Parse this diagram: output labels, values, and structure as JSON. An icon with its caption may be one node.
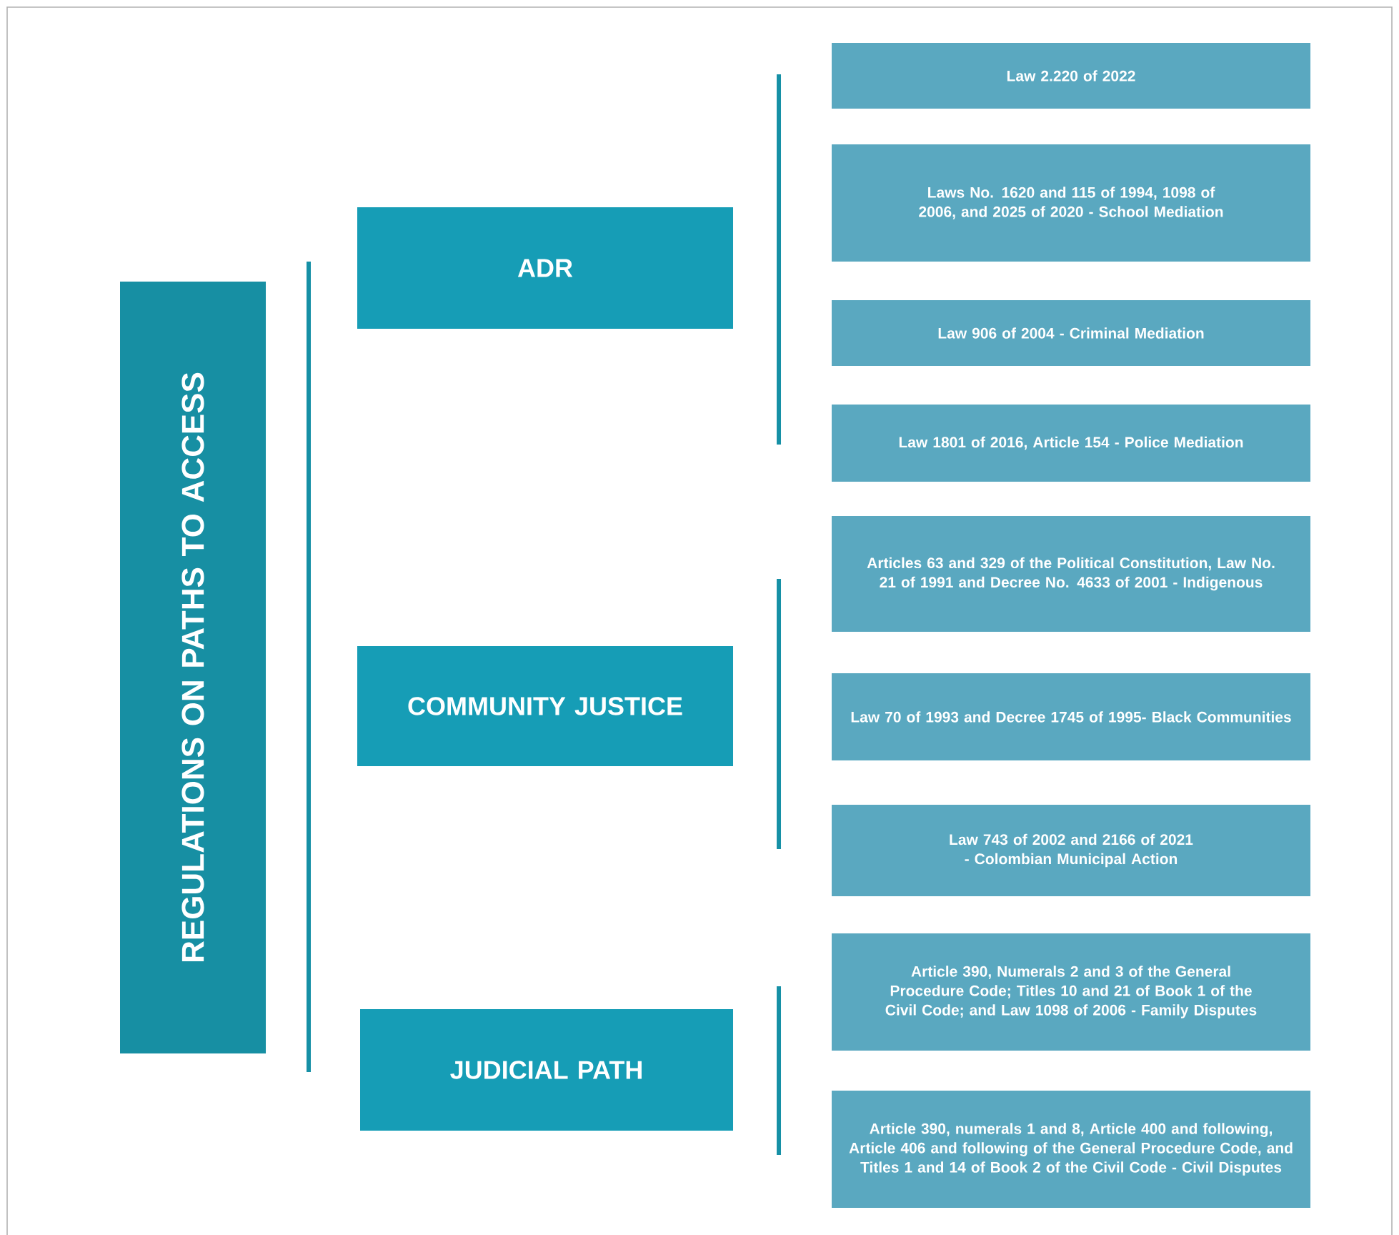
{
  "diagram": {
    "nodes": [
      {
        "text": [
          "REGULATIONS ON PATHS TO ACCESS"
        ]
      },
      {
        "text": [
          "ADR"
        ]
      },
      {
        "text": [
          "COMMUNITY JUSTICE"
        ]
      },
      {
        "text": [
          "JUDICIAL PATH"
        ]
      },
      {
        "text": [
          "Law 2.220 of 2022"
        ]
      },
      {
        "text": [
          "Laws No. 1620 and 115 of 1994, 1098 of 2006, and 2025 of 2020 - School Mediation"
        ]
      },
      {
        "text": [
          "Law 906 of 2004 - Criminal Mediation"
        ]
      },
      {
        "text": [
          "Law 1801 of 2016, Article 154 - Police Mediation"
        ]
      },
      {
        "text": [
          "Articles 63 and 329 of the Political Constitution, Law No. 21 of 1991 and Decree No. 4633 of 2001 - Indigenous"
        ]
      },
      {
        "text": [
          "Law 70 of 1993 and Decree 1745 of 1995- Black Communities"
        ]
      },
      {
        "text": [
          "Law 743 of 2002 and 2166 of 2021 - Colombian Municipal Action"
        ]
      },
      {
        "text": [
          "Article 390, Numerals 2 and 3 of the General Procedure Code; Titles 10 and 21 of Book 1 of the Civil Code; and Law 1098 of 2006 - Family Disputes"
        ]
      },
      {
        "text": [
          "Article 390, numerals 1 and 8, Article 400 and following, Article 406 and following of the General Procedure Code, and Titles 1 and 14 of Book 2 of the Civil Code - Civil Disputes"
        ]
      }
    ]
  }
}
